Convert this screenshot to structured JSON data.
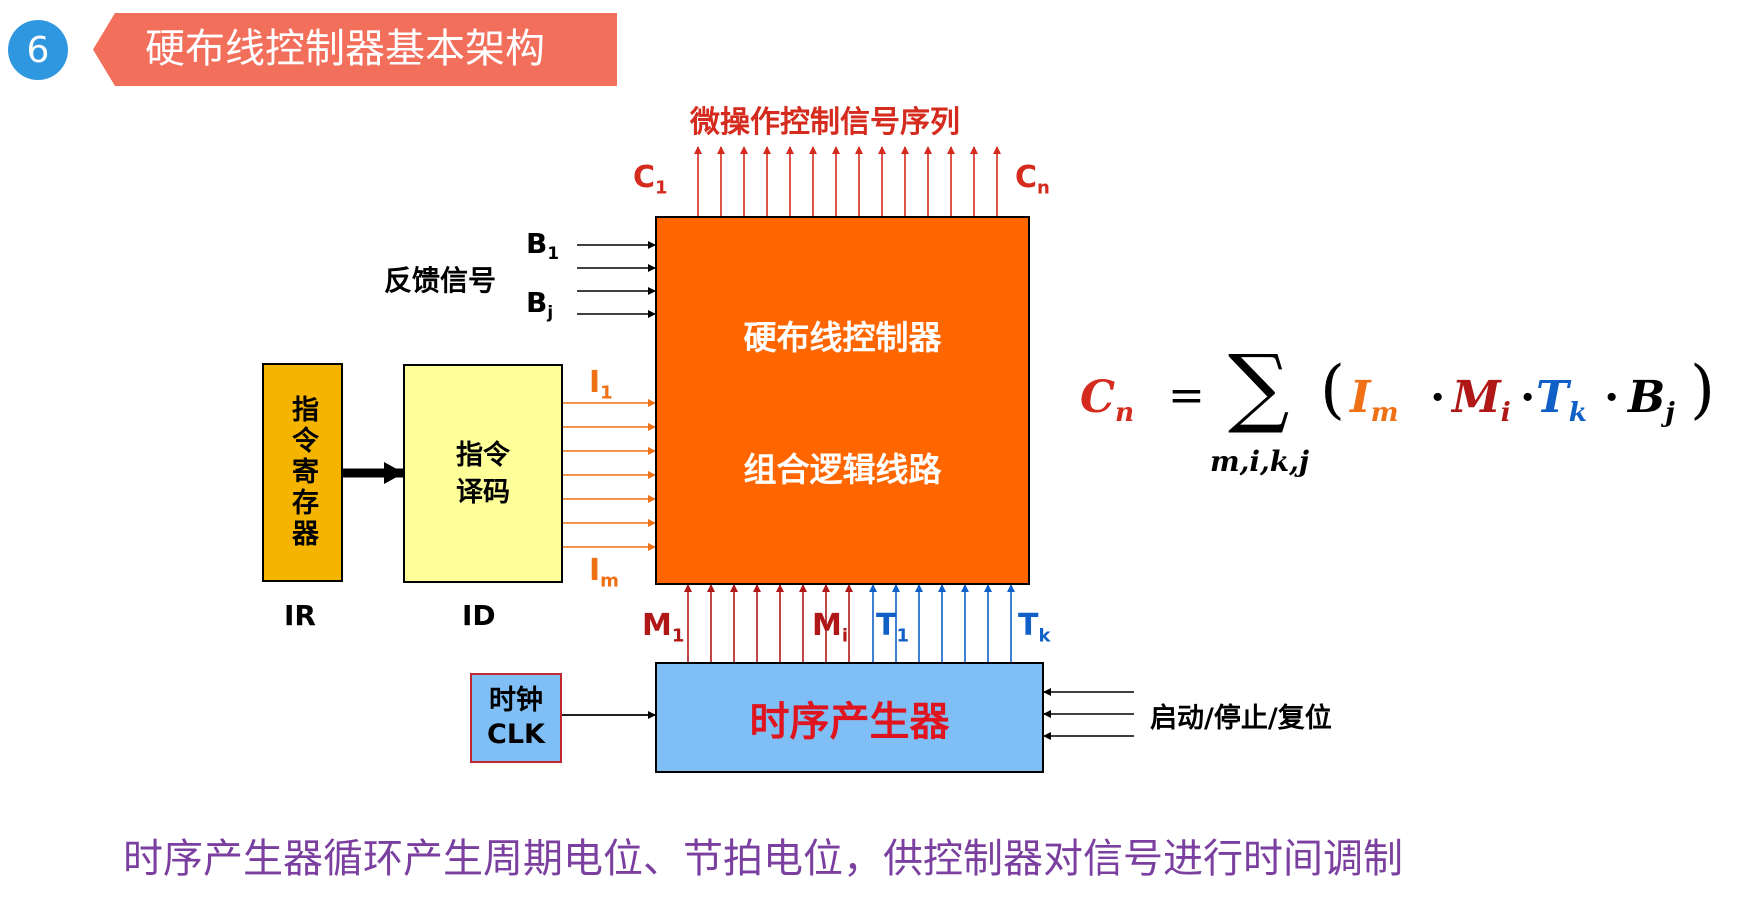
{
  "header": {
    "number": "6",
    "title": "硬布线控制器基本架构"
  },
  "diagram": {
    "top_label": "微操作控制信号序列",
    "c_first": "C",
    "c_first_sub": "1",
    "c_last": "C",
    "c_last_sub": "n",
    "feedback_label": "反馈信号",
    "b_first": "B",
    "b_first_sub": "1",
    "b_last": "B",
    "b_last_sub": "j",
    "ir_box_text": "指令寄存器",
    "ir_caption": "IR",
    "id_box_line1": "指令",
    "id_box_line2": "译码",
    "id_caption": "ID",
    "i_first": "I",
    "i_first_sub": "1",
    "i_last": "I",
    "i_last_sub": "m",
    "controller_line1": "硬布线控制器",
    "controller_line2": "组合逻辑线路",
    "m_first": "M",
    "m_first_sub": "1",
    "m_last": "M",
    "m_last_sub": "i",
    "t_first": "T",
    "t_first_sub": "1",
    "t_last": "T",
    "t_last_sub": "k",
    "clock_line1": "时钟",
    "clock_line2": "CLK",
    "timing_generator": "时序产生器",
    "control_label": "启动/停止/复位"
  },
  "formula": {
    "lhs": "C",
    "lhs_sub": "n",
    "equals": "=",
    "sigma": "∑",
    "sum_index": "m,i,k,j",
    "t1": "I",
    "t1_sub": "m",
    "t2": "M",
    "t2_sub": "i",
    "t3": "T",
    "t3_sub": "k",
    "t4": "B",
    "t4_sub": "j",
    "dot": "·",
    "lparen": "(",
    "rparen": ")"
  },
  "footer": {
    "caption": "时序产生器循环产生周期电位、节拍电位，供控制器对信号进行时间调制"
  },
  "colors": {
    "badge": "#2f97e0",
    "title_bar": "#f26f5c",
    "controller": "#ff6600",
    "ir": "#f5b400",
    "id": "#ffff99",
    "timing": "#7fbff5",
    "red": "#d52b1e",
    "orange": "#f07016",
    "blue": "#1060c8",
    "dark_red": "#b01818",
    "caption": "#7b3fa0"
  }
}
